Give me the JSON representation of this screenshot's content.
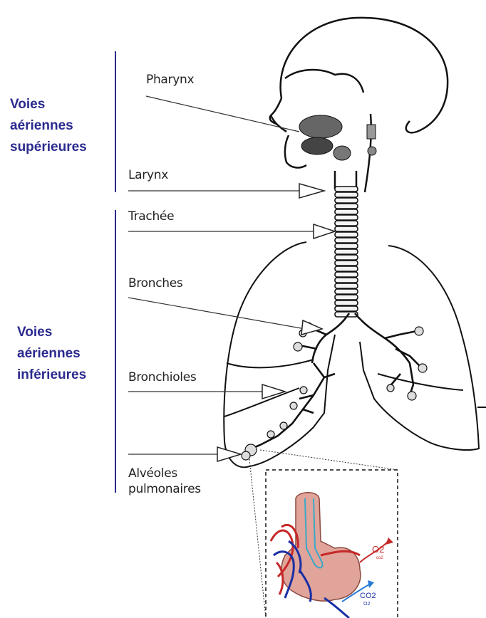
{
  "groups": {
    "upper": {
      "line1": "Voies",
      "line2": "aériennes",
      "line3": "supérieures"
    },
    "lower": {
      "line1": "Voies",
      "line2": "aériennes",
      "line3": "inférieures"
    }
  },
  "labels": {
    "pharynx": "Pharynx",
    "larynx": "Larynx",
    "trachee": "Trachée",
    "bronches": "Bronches",
    "bronchioles": "Bronchioles",
    "alveoles_line1": "Alvéoles",
    "alveoles_line2": "pulmonaires"
  },
  "inset": {
    "o2_label": "O2",
    "o2_sub": "co2",
    "co2_label": "CO2",
    "co2_sub": "O2"
  },
  "colors": {
    "group_text": "#2b2a8f",
    "artery": "#c62828",
    "vein": "#1a2fa3",
    "alveolus": "#e0a49a"
  }
}
